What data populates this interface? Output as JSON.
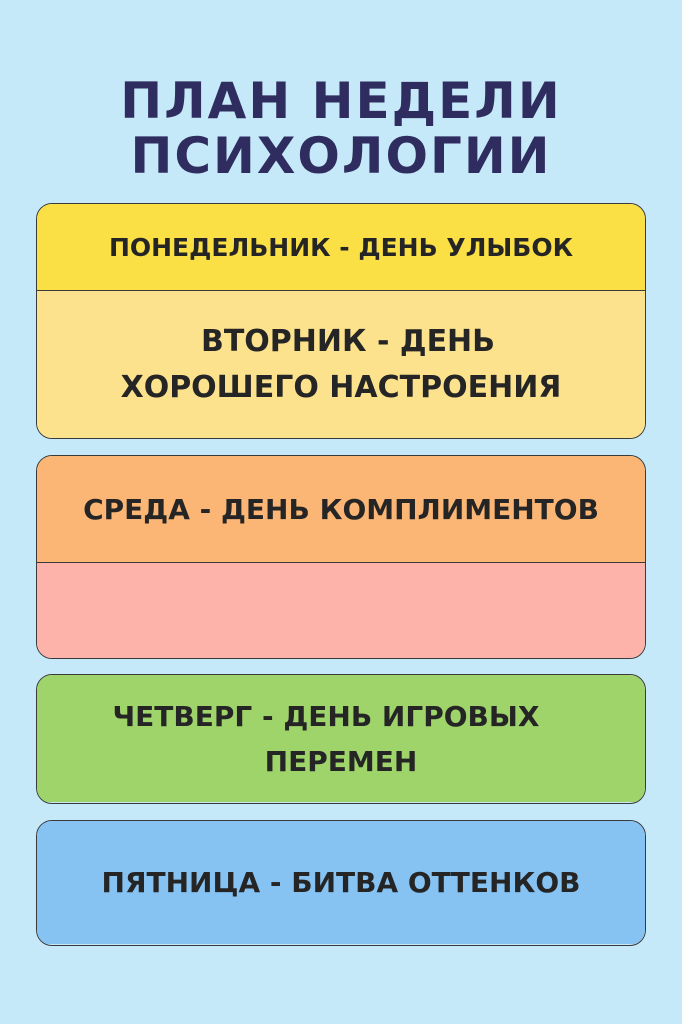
{
  "title": {
    "line1": "ПЛАН НЕДЕЛИ",
    "line2": "ПСИХОЛОГИИ"
  },
  "days": {
    "monday": {
      "text": "ПОНЕДЕЛЬНИК - ДЕНЬ УЛЫБОК",
      "color": "#fbe045"
    },
    "tuesday": {
      "line1": "ВТОРНИК - ДЕНЬ",
      "line2": "ХОРОШЕГО НАСТРОЕНИЯ",
      "color": "#fde28e"
    },
    "wednesday": {
      "text": "СРЕДА - ДЕНЬ КОМПЛИМЕНТОВ",
      "color": "#fbb574"
    },
    "wednesday_extra": {
      "color": "#fdb2aa"
    },
    "thursday": {
      "line1": "ЧЕТВЕРГ - ДЕНЬ ИГРОВЫХ",
      "line2": "ПЕРЕМЕН",
      "color": "#9fd46b"
    },
    "friday": {
      "text": "ПЯТНИЦА - БИТВА ОТТЕНКОВ",
      "color": "#86c3f3"
    }
  }
}
